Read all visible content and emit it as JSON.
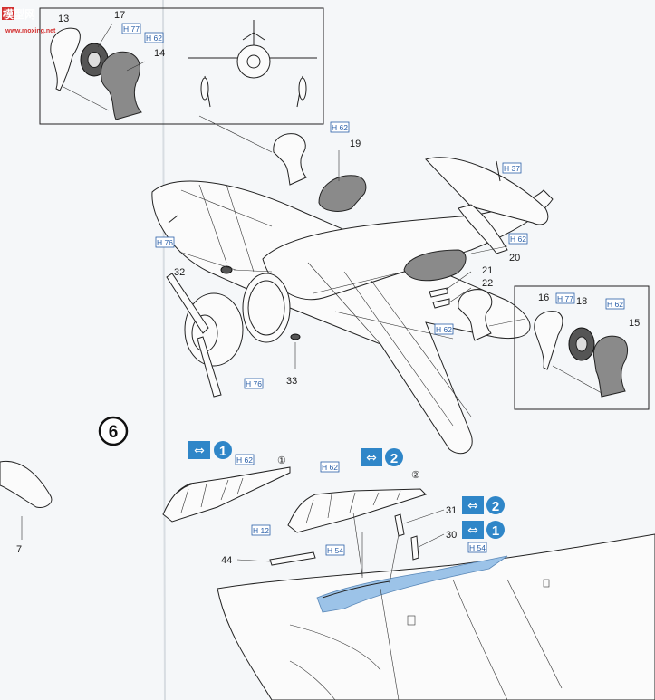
{
  "watermark": {
    "title": "模型网",
    "url": "www.moxing.net"
  },
  "step": {
    "number": "6"
  },
  "part_numbers": [
    "13",
    "17",
    "14",
    "19",
    "21",
    "22",
    "20",
    "32",
    "33",
    "16",
    "18",
    "15",
    "7",
    "31",
    "30",
    "44"
  ],
  "paint_codes": {
    "h77_a": "H 77",
    "h62_a": "H 62",
    "h62_b": "H 62",
    "h37": "H 37",
    "h62_c": "H 62",
    "h76_a": "H 76",
    "h62_d": "H 62",
    "h76_b": "H 76",
    "h77_b": "H 77",
    "h62_e": "H 62",
    "h62_f": "H 62",
    "h62_g": "H 62",
    "h12": "H 12",
    "h54_a": "H 54",
    "h54_b": "H 54"
  },
  "variants": {
    "one": "①",
    "two": "②"
  },
  "callouts": [
    {
      "arrow": "⇔",
      "number": "1"
    },
    {
      "arrow": "⇔",
      "number": "2"
    },
    {
      "arrow": "⇔",
      "number": "2"
    },
    {
      "arrow": "⇔",
      "number": "1"
    }
  ],
  "colors": {
    "callout_blue": "#2f86c8",
    "paint_code_blue": "#2a5fa8",
    "highlight_blue": "#9cc3e8"
  }
}
